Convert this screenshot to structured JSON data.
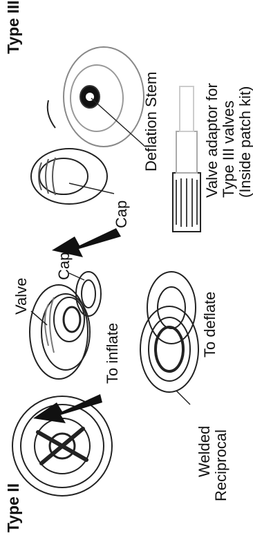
{
  "type2": {
    "heading": "Type II",
    "labels": {
      "valve": "Valve",
      "cap": "Cap",
      "to_inflate": "To inflate",
      "to_deflate": "To deflate",
      "welded": "Welded",
      "reciprocal": "Reciprocal"
    }
  },
  "type3": {
    "heading": "Type III",
    "labels": {
      "cap": "Cap",
      "deflation_stem": "Deflation Stem",
      "valve_adaptor_1": "Valve adaptor for",
      "valve_adaptor_2": "Type III valves",
      "valve_adaptor_3": "(Inside patch kit)"
    }
  },
  "colors": {
    "ink": "#111111",
    "line": "#222222",
    "gray": "#888888"
  }
}
